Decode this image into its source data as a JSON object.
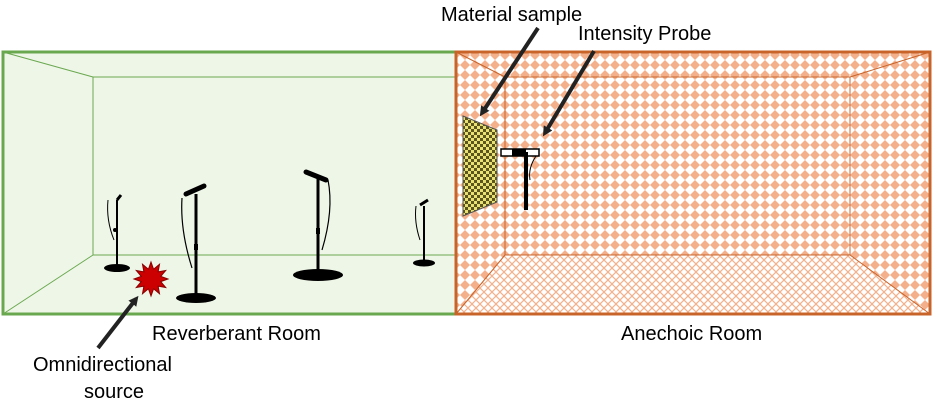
{
  "labels": {
    "material_sample": "Material sample",
    "intensity_probe": "Intensity Probe",
    "reverberant_room": "Reverberant Room",
    "anechoic_room": "Anechoic Room",
    "omni_line1": "Omnidirectional",
    "omni_line2": "source"
  },
  "colors": {
    "reverberant_border": "#6aa84f",
    "reverberant_fill": "#eef6e8",
    "anechoic_border": "#c8642a",
    "anechoic_pattern": "#f4b08a",
    "source_fill": "#cc0000",
    "sample_fill": "#e8e070",
    "arrow": "#222222"
  }
}
